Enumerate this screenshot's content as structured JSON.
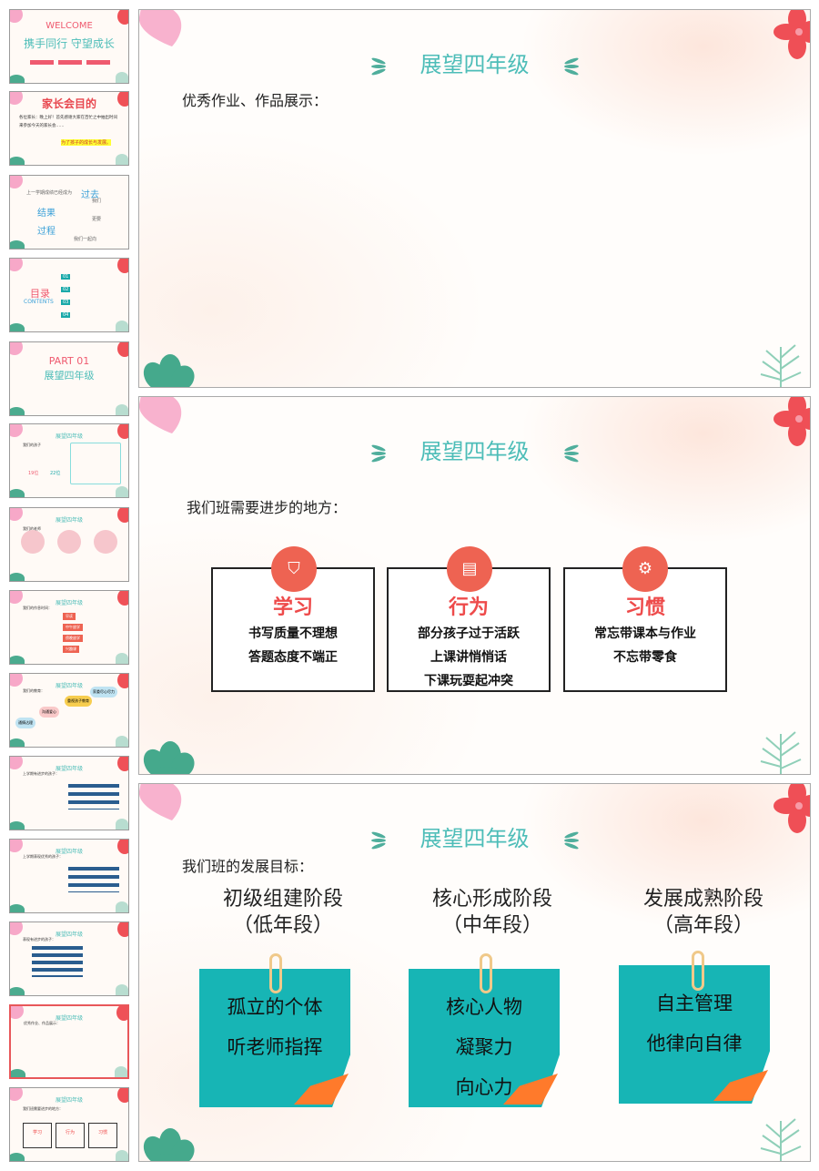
{
  "thumbnails": [
    {
      "title": "WELCOME",
      "subtitle": "携手同行  守望成长"
    },
    {
      "title": "家长会目的",
      "body": "各位家长：晚上好！首先感谢大家在百忙之中抽出时间来参加今天的家长会……",
      "highlight": "为了孩子的成长与发展。"
    },
    {
      "title": "过去",
      "words": [
        "上一学期成绩已经成为",
        "结果",
        "过程",
        "我们",
        "更要",
        "我们一起向"
      ]
    },
    {
      "title": "目录",
      "subtitle": "CONTENTS",
      "items": [
        "01",
        "02",
        "03",
        "04"
      ]
    },
    {
      "title": "PART 01",
      "subtitle": "展望四年级"
    },
    {
      "title": "展望四年级",
      "subtitle": "我们的孩子",
      "stats": [
        "19位",
        "22位"
      ]
    },
    {
      "title": "展望四年级",
      "subtitle": "我们的老师"
    },
    {
      "title": "展望四年级",
      "subtitle": "我们的作息时间：",
      "items": [
        "早读",
        "中午放学",
        "傍晚放学",
        "兴趣课"
      ]
    },
    {
      "title": "展望四年级",
      "subtitle": "我们的教育：",
      "items": [
        "通情达理",
        "沟通爱心",
        "重视孩子教育",
        "家委尽心尽力"
      ]
    },
    {
      "title": "展望四年级",
      "subtitle": "上学期有进步的孩子："
    },
    {
      "title": "展望四年级",
      "subtitle": "上学期表现优秀的孩子："
    },
    {
      "title": "展望四年级",
      "subtitle": "表现有进步的孩子："
    },
    {
      "title": "展望四年级",
      "subtitle": "优秀作业、作品展示："
    },
    {
      "title": "展望四年级",
      "subtitle": "我们班需要进步的地方：",
      "items": [
        "学习",
        "行为",
        "习惯"
      ]
    }
  ],
  "slides": {
    "s1": {
      "title": "展望四年级",
      "subtitle": "优秀作业、作品展示："
    },
    "s2": {
      "title": "展望四年级",
      "subtitle": "我们班需要进步的地方：",
      "cards": [
        {
          "icon": "shield-icon",
          "glyph": "⛉",
          "heading": "学习",
          "lines": [
            "书写质量不理想",
            "答题态度不端正"
          ]
        },
        {
          "icon": "notepad-icon",
          "glyph": "▤",
          "heading": "行为",
          "lines": [
            "部分孩子过于活跃",
            "上课讲悄悄话",
            "下课玩耍起冲突"
          ]
        },
        {
          "icon": "gear-icon",
          "glyph": "⚙",
          "heading": "习惯",
          "lines": [
            "常忘带课本与作业",
            "不忘带零食"
          ]
        }
      ]
    },
    "s3": {
      "title": "展望四年级",
      "subtitle": "我们班的发展目标：",
      "stages": [
        {
          "name": "初级组建阶段",
          "level": "（低年段）",
          "lines": [
            "孤立的个体",
            "听老师指挥"
          ]
        },
        {
          "name": "核心形成阶段",
          "level": "（中年段）",
          "lines": [
            "核心人物",
            "凝聚力",
            "向心力"
          ]
        },
        {
          "name": "发展成熟阶段",
          "level": "（高年段）",
          "lines": [
            "自主管理",
            "他律向自律"
          ]
        }
      ]
    }
  },
  "colors": {
    "accent_teal": "#4dbdb8",
    "accent_red": "#ee6352",
    "note_teal": "#17b5b5",
    "selected_border": "#e8575a"
  }
}
